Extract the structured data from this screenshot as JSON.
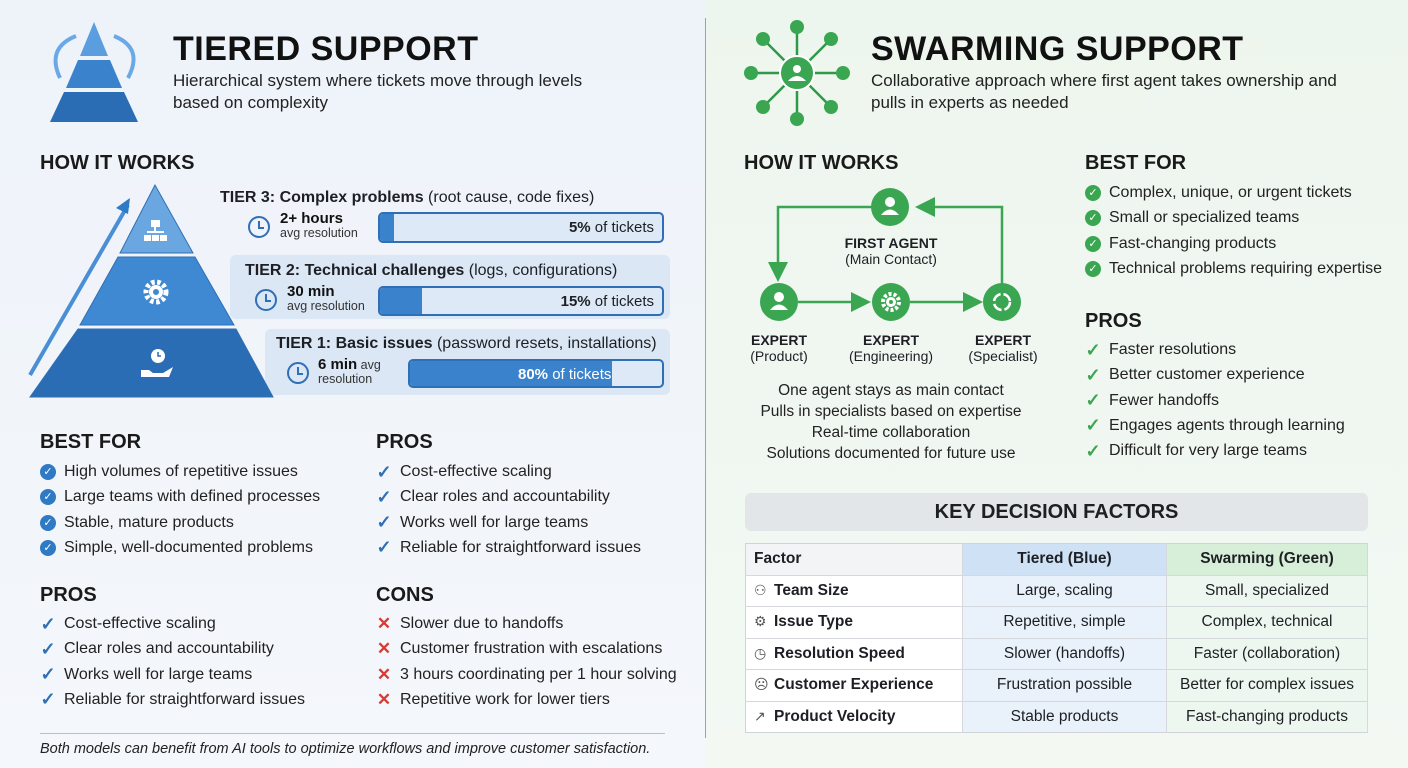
{
  "colors": {
    "tiered": "#2f7ac4",
    "swarming": "#3aa652",
    "cons": "#d83a34"
  },
  "tiered": {
    "title": "TIERED SUPPORT",
    "subtitle": "Hierarchical system where tickets move through levels based on complexity",
    "how_it_works": "HOW IT WORKS",
    "tiers": [
      {
        "name": "TIER 3: Complex problems",
        "detail": " (root cause, code fixes)",
        "time": "2+ hours",
        "time_sub": "avg resolution",
        "percent": 5,
        "percent_label": "5%",
        "of": " of tickets",
        "icon": "org-chart-icon"
      },
      {
        "name": "TIER 2: Technical challenges",
        "detail": " (logs, configurations)",
        "time": "30 min",
        "time_sub": "avg resolution",
        "percent": 15,
        "percent_label": "15%",
        "of": " of tickets",
        "icon": "gear-icon"
      },
      {
        "name": "TIER 1: Basic issues",
        "detail": " (password resets, installations)",
        "time": "6 min",
        "time_sub": "avg resolution",
        "percent": 80,
        "percent_label": "80%",
        "of": " of tickets",
        "icon": "hand-clock-icon"
      }
    ],
    "best_for": {
      "heading": "BEST FOR",
      "items": [
        "High volumes of repetitive issues",
        "Large teams with defined processes",
        "Stable, mature products",
        "Simple, well-documented problems"
      ]
    },
    "pros_right": {
      "heading": "PROS",
      "items": [
        "Cost-effective scaling",
        "Clear roles and accountability",
        "Works well for large teams",
        "Reliable for straightforward issues"
      ]
    },
    "pros": {
      "heading": "PROS",
      "items": [
        "Cost-effective scaling",
        "Clear roles and accountability",
        "Works well for large teams",
        "Reliable for straightforward issues"
      ]
    },
    "cons": {
      "heading": "CONS",
      "items": [
        "Slower due to handoffs",
        "Customer frustration with escalations",
        "3 hours coordinating per 1 hour solving",
        "Repetitive work for lower tiers"
      ]
    }
  },
  "swarming": {
    "title": "SWARMING SUPPORT",
    "subtitle": "Collaborative approach where first agent takes ownership and pulls in experts as needed",
    "how_it_works": "HOW IT WORKS",
    "first_agent": {
      "name": "FIRST AGENT",
      "role": "(Main Contact)"
    },
    "experts": [
      {
        "name": "EXPERT",
        "role": "(Product)"
      },
      {
        "name": "EXPERT",
        "role": "(Engineering)"
      },
      {
        "name": "EXPERT",
        "role": "(Specialist)"
      }
    ],
    "notes": [
      "One agent stays as main contact",
      "Pulls in specialists based on expertise",
      "Real-time collaboration",
      "Solutions documented for future use"
    ],
    "best_for": {
      "heading": "BEST FOR",
      "items": [
        "Complex, unique, or urgent tickets",
        "Small or specialized teams",
        "Fast-changing products",
        "Technical problems requiring expertise"
      ]
    },
    "pros": {
      "heading": "PROS",
      "items": [
        "Faster resolutions",
        "Better customer experience",
        "Fewer handoffs",
        "Engages agents through learning",
        "Difficult for very large teams"
      ]
    }
  },
  "decision": {
    "title": "KEY DECISION FACTORS",
    "headers": [
      "Factor",
      "Tiered (Blue)",
      "Swarming (Green)"
    ],
    "rows": [
      {
        "factor": "Team Size",
        "icon": "team-icon",
        "tiered": "Large, scaling",
        "swarming": "Small, specialized"
      },
      {
        "factor": "Issue Type",
        "icon": "gears-icon",
        "tiered": "Repetitive, simple",
        "swarming": "Complex, technical"
      },
      {
        "factor": "Resolution Speed",
        "icon": "clock-icon",
        "tiered": "Slower (handoffs)",
        "swarming": "Faster (collaboration)"
      },
      {
        "factor": "Customer Experience",
        "icon": "sad-face-icon",
        "tiered": "Frustration possible",
        "swarming": "Better for complex issues"
      },
      {
        "factor": "Product Velocity",
        "icon": "trend-up-icon",
        "tiered": "Stable products",
        "swarming": "Fast-changing products"
      }
    ]
  },
  "footer": "Both models can benefit from AI tools to optimize workflows and improve customer satisfaction."
}
